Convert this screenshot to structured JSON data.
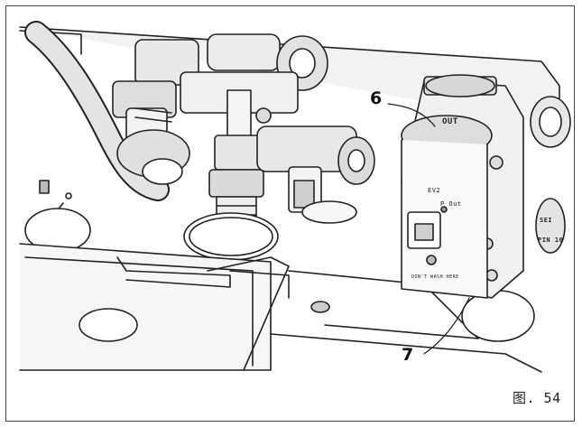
{
  "callouts": {
    "six": "6",
    "seven": "7"
  },
  "labels": {
    "out": "OUT",
    "ev2": "EV2",
    "pout": "P Out",
    "fine": "DON'T WASH HERE",
    "side1": "SEI",
    "side2": "PIN 10"
  },
  "caption": "图. 54",
  "colors": {
    "line": "#222222",
    "shade": "#d9d9d9",
    "light": "#eeeeee"
  }
}
